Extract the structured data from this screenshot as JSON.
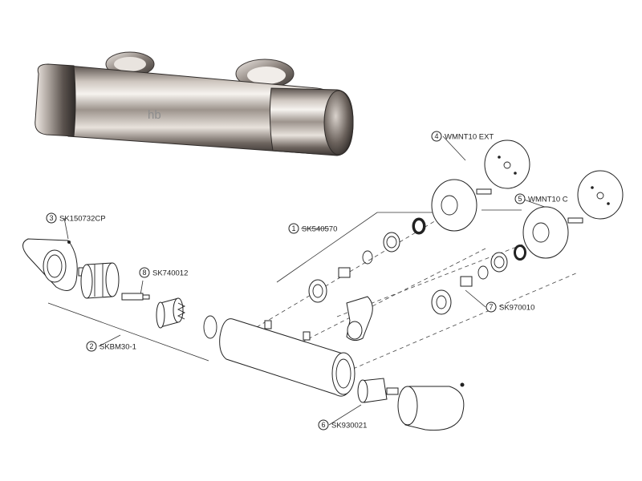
{
  "product_photo": {
    "logo_text": "hb"
  },
  "callouts": [
    {
      "num": "1",
      "code": "SK540570"
    },
    {
      "num": "2",
      "code": "SKBM30-1"
    },
    {
      "num": "3",
      "code": "SK150732CP"
    },
    {
      "num": "4",
      "code": "WMNT10  EXT"
    },
    {
      "num": "5",
      "code": "WMNT10  C"
    },
    {
      "num": "6",
      "code": "SK930021"
    },
    {
      "num": "7",
      "code": "SK970010"
    },
    {
      "num": "8",
      "code": "SK740012"
    }
  ],
  "colors": {
    "chrome_dark": "#3a3533",
    "chrome_light": "#f4f1ee",
    "line": "#222222"
  }
}
